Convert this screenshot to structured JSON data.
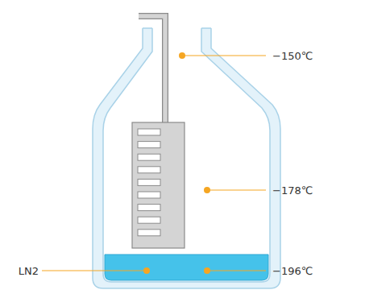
{
  "diagram": {
    "labels": [
      "−150℃",
      "−178℃",
      "−196℃",
      "LN2"
    ]
  }
}
